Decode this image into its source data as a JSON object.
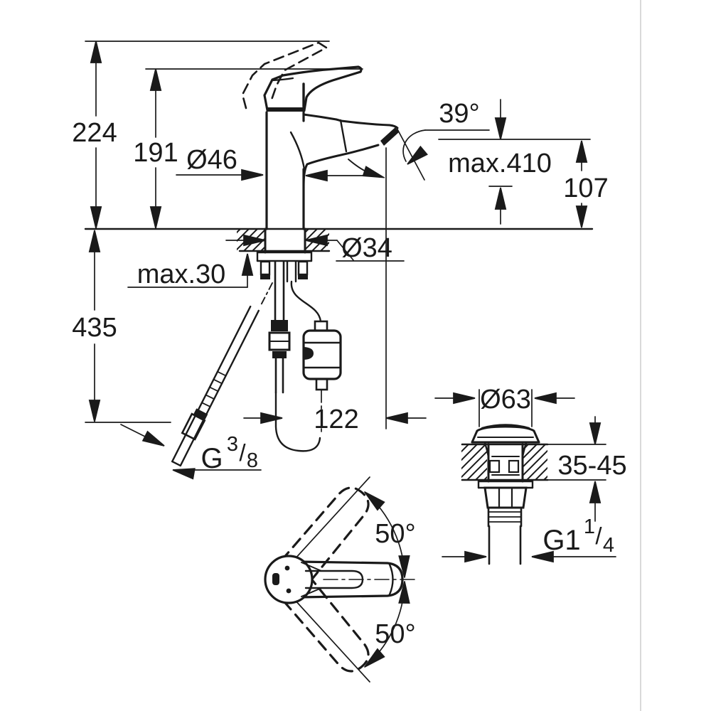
{
  "colors": {
    "ink": "#1a1a1a",
    "paper": "#ffffff",
    "frame_line": "#d9d9d9"
  },
  "side_view": {
    "height_overall": "224",
    "height_to_lever": "191",
    "body_diameter": "Ø46",
    "spout_angle": "39°",
    "max_fitting_height": "max.410",
    "spout_outlet_height": "107",
    "shank_diameter": "Ø34",
    "max_deck_thickness": "max.30",
    "below_deck_length": "435",
    "spout_reach": "122",
    "supply_thread": {
      "prefix": "G",
      "numerator": "3",
      "slash": "/",
      "denominator": "8"
    }
  },
  "waste_view": {
    "flange_diameter": "Ø63",
    "deck_thickness_range": "35-45",
    "waste_thread": {
      "prefix": "G1",
      "numerator": "1",
      "slash": "/",
      "denominator": "4"
    }
  },
  "top_view": {
    "handle_swing_up": "50°",
    "handle_swing_down": "50°"
  }
}
